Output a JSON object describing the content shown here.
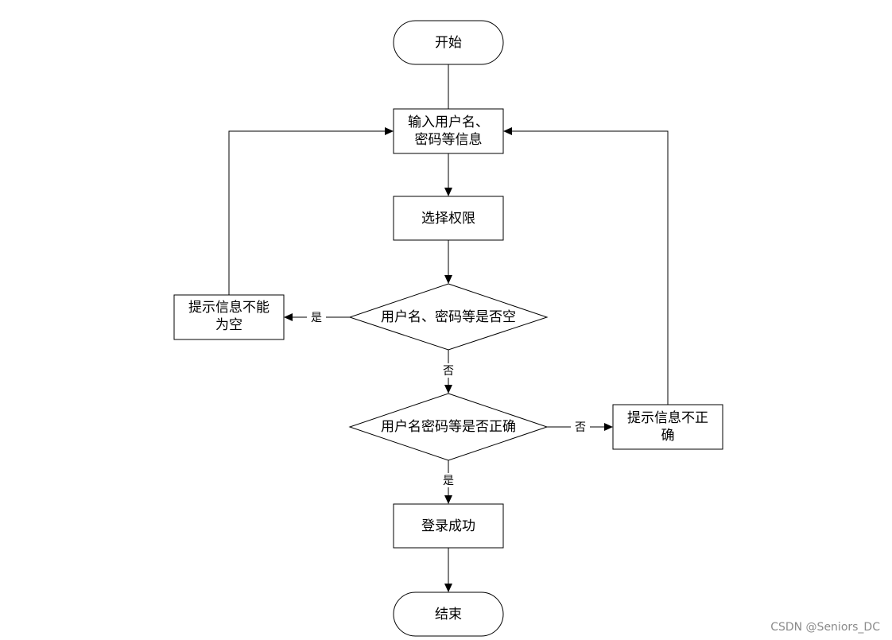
{
  "nodes": {
    "start": "开始",
    "input": [
      "输入用户名、",
      "密码等信息"
    ],
    "select_role": "选择权限",
    "check_empty": "用户名、密码等是否空",
    "empty_msg": [
      "提示信息不能",
      "为空"
    ],
    "check_correct": "用户名密码等是否正确",
    "wrong_msg": [
      "提示信息不正",
      "确"
    ],
    "success": "登录成功",
    "end": "结束"
  },
  "edges": {
    "empty_yes": "是",
    "empty_no": "否",
    "correct_no": "否",
    "correct_yes": "是"
  },
  "watermark": "CSDN @Seniors_DC"
}
